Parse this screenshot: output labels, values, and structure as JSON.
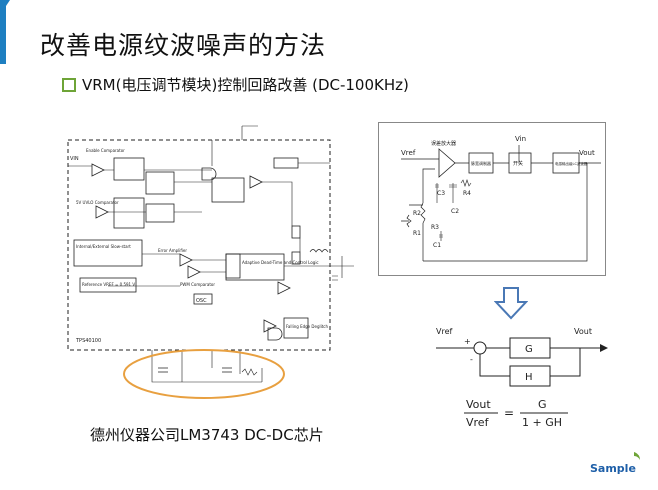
{
  "slide": {
    "title": "改善电源纹波噪声的方法",
    "bullet": "VRM(电压调节模块)控制回路改善 (DC-100KHz)",
    "caption": "德州仪器公司LM3743 DC-DC芯片",
    "logo_text": "Sample"
  },
  "schematic_labels": {
    "part": "TPS40100",
    "vin": "VIN",
    "uvlo": "5V UVLO Comparator",
    "enable": "Enable Comparator",
    "ss": "Internal/External Slow-start",
    "ref": "Reference VREF = 0.591 V",
    "error_amp": "Error Amplifier",
    "pwm": "PWM Comparator",
    "adaptive": "Adaptive Dead-Time and Control Logic",
    "osc": "OSC",
    "fault": "Falling Edge Deglitch"
  },
  "block_diagram": {
    "vref": "Vref",
    "vin": "Vin",
    "vout": "Vout",
    "error_amp": "误差放大器",
    "driver": "脉宽调制器",
    "switch": "开关",
    "filter": "电感输出级LC滤波器",
    "components": [
      "R2",
      "R1",
      "R3",
      "C1",
      "C2",
      "C3",
      "R4"
    ]
  },
  "feedback": {
    "vref": "Vref",
    "vout": "Vout",
    "g": "G",
    "h": "H",
    "sum_plus": "+",
    "sum_minus": "-",
    "eq_lhs_num": "Vout",
    "eq_lhs_den": "Vref",
    "eq_eq": "=",
    "eq_rhs_num": "G",
    "eq_rhs_den": "1 + GH"
  },
  "colors": {
    "accent_green": "#6ea437",
    "corner_blue": "#1e7fc1",
    "highlight_orange": "#e8a040",
    "arrow_blue": "#4a78b5"
  }
}
